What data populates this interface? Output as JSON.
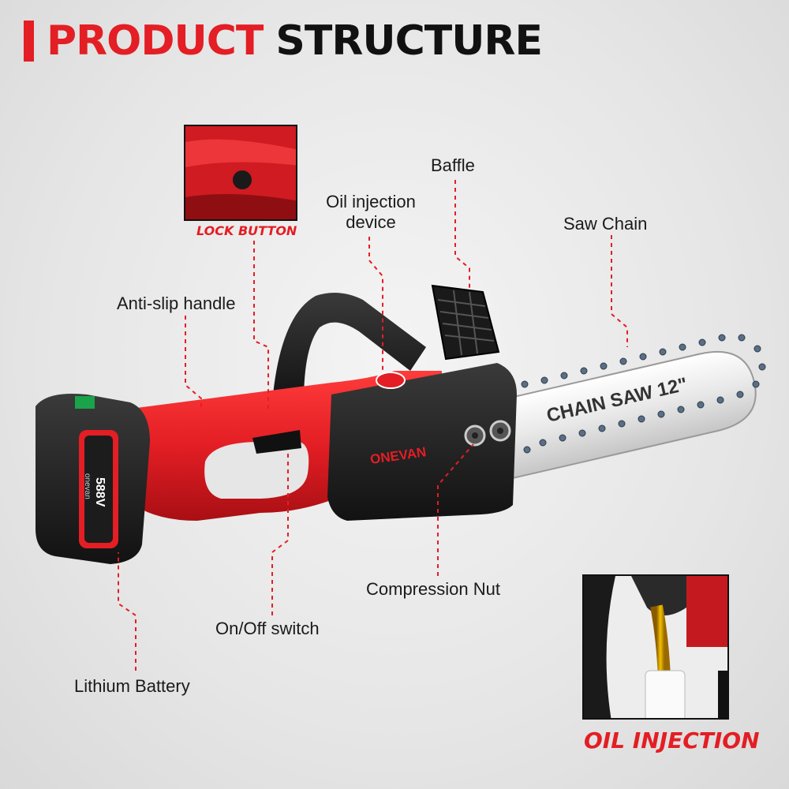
{
  "title": {
    "part1": "PRODUCT",
    "part2": "STRUCTURE"
  },
  "callouts": {
    "lock_button": "LOCK BUTTON",
    "baffle": "Baffle",
    "oil_injection_device": "Oil injection device",
    "saw_chain": "Saw Chain",
    "anti_slip_handle": "Anti-slip handle",
    "compression_nut": "Compression Nut",
    "on_off_switch": "On/Off switch",
    "lithium_battery": "Lithium Battery",
    "oil_injection": "OIL INJECTION"
  },
  "product": {
    "brand": "ONEVAN",
    "bar_text": "CHAIN SAW 12\"",
    "battery_voltage": "588V",
    "battery_brand": "onevan"
  },
  "colors": {
    "accent_red": "#e31e24",
    "body_black": "#1c1c1c",
    "leader_line": "#e31e24"
  }
}
